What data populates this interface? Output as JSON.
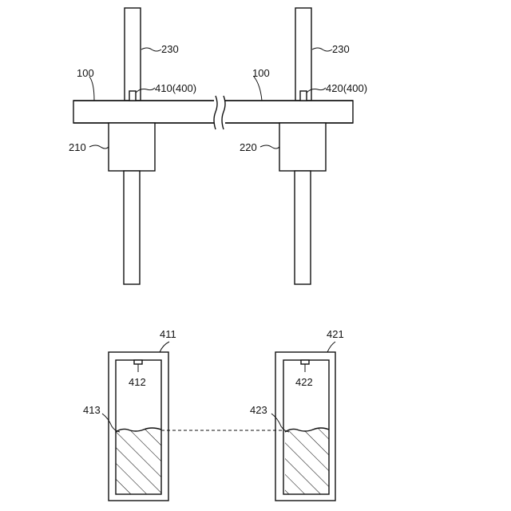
{
  "diagram": {
    "labels": {
      "shaft_left_top": "230",
      "shaft_right_top": "230",
      "bar_left": "100",
      "bar_right": "100",
      "sensor_left": "410(400)",
      "sensor_right": "420(400)",
      "block_left": "210",
      "block_right": "220",
      "vial_left": "411",
      "vial_right": "421",
      "vial_left_sensor": "412",
      "vial_right_sensor": "422",
      "liquid_left": "413",
      "liquid_right": "423"
    },
    "colors": {
      "stroke": "#111111",
      "background": "#ffffff"
    }
  }
}
